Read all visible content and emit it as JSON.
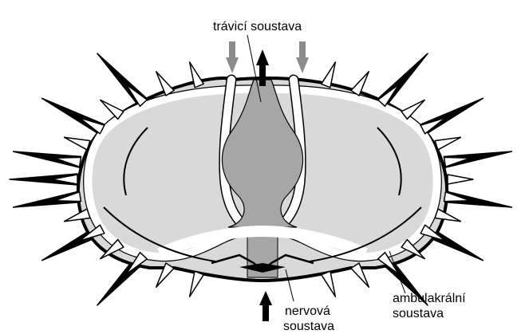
{
  "labels": {
    "digestive": "trávicí soustava",
    "nervous_line1": "nervová",
    "nervous_line2": "soustava",
    "ambulacral_line1": "ambulakrální",
    "ambulacral_line2": "soustava"
  },
  "colors": {
    "body_fill": "#d9d9d9",
    "gut_fill": "#a6a6a6",
    "outline": "#000000",
    "arrow_gray": "#8c8c8c",
    "arrow_black": "#000000",
    "spine_fill": "#ffffff"
  }
}
